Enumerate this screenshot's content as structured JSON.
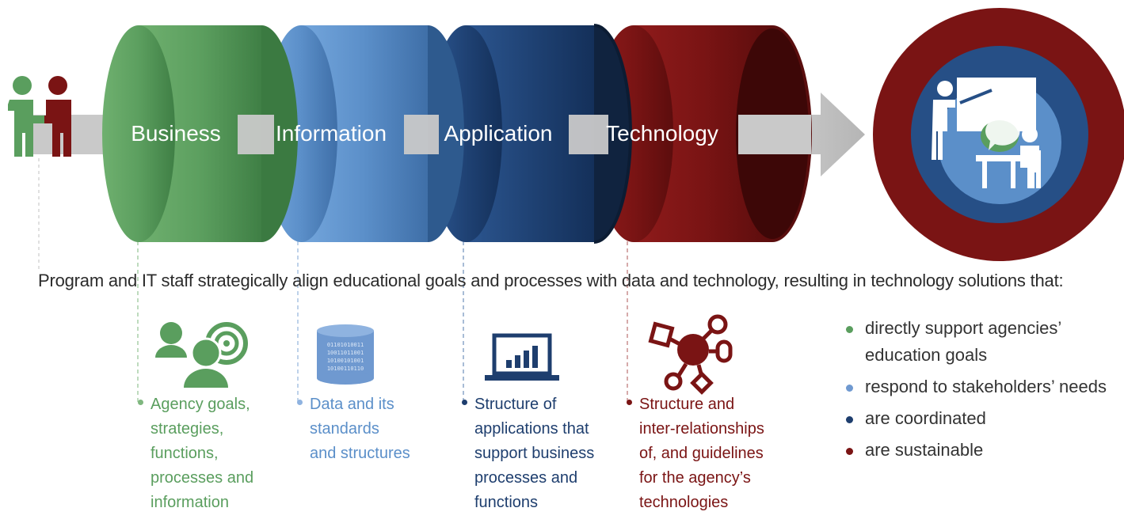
{
  "layers": [
    {
      "id": "business",
      "title": "Business",
      "color": "#5a9e5e",
      "lines": [
        "Agency goals,",
        "strategies,",
        "functions,",
        "processes and",
        "information"
      ]
    },
    {
      "id": "information",
      "title": "Information",
      "color": "#5b8fc9",
      "lines": [
        "Data and its",
        "standards",
        "and structures"
      ]
    },
    {
      "id": "application",
      "title": "Application",
      "color": "#1e3e6e",
      "lines": [
        "Structure of",
        "applications that",
        "support business",
        "processes and",
        "functions"
      ]
    },
    {
      "id": "technology",
      "title": "Technology",
      "color": "#7a1414",
      "lines": [
        "Structure and",
        "inter-relationships",
        "of, and guidelines",
        "for the agency’s",
        "technologies"
      ]
    }
  ],
  "intro": "Program and IT staff strategically align educational goals and processes with data and technology, resulting in technology solutions that:",
  "outcomes": [
    {
      "lines": [
        "directly support agencies’",
        "education goals"
      ],
      "color": "#5a9e5e"
    },
    {
      "lines": [
        "respond to stakeholders’ needs"
      ],
      "color": "#6f99d0"
    },
    {
      "lines": [
        "are coordinated"
      ],
      "color": "#1e3e6e"
    },
    {
      "lines": [
        "are sustainable"
      ],
      "color": "#7a1414"
    }
  ],
  "icons": {
    "people": "people-meeting-icon",
    "classroom": "classroom-teacher-icon",
    "business": "people-target-icon",
    "information": "database-binary-icon",
    "application": "laptop-chart-icon",
    "technology": "network-nodes-icon"
  },
  "database_bits": [
    "01101010011",
    "10011011001",
    "10100101001",
    "10100110110"
  ]
}
